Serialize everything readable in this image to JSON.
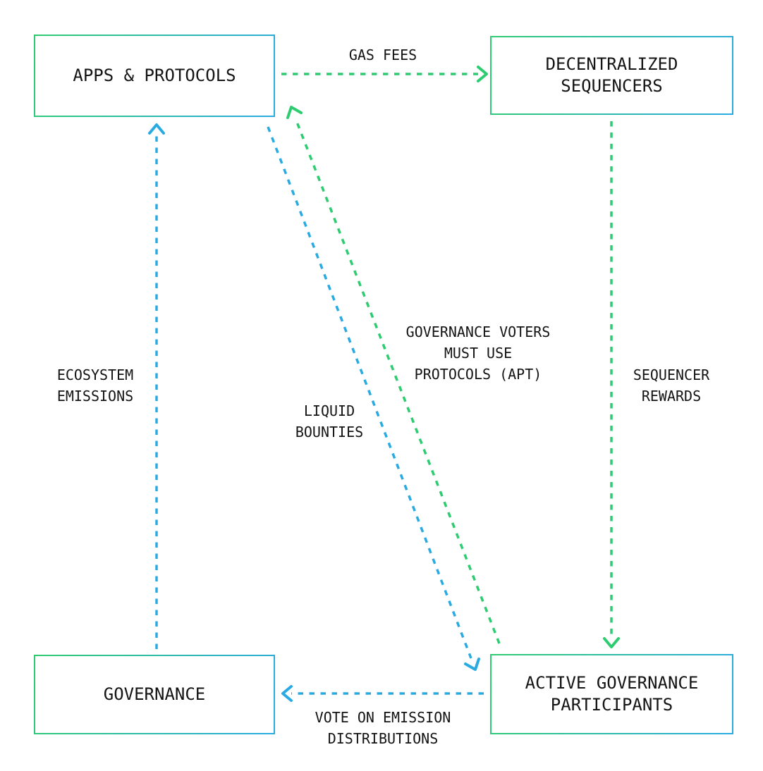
{
  "diagram": {
    "background": "#ffffff",
    "colors": {
      "green": "#2ecc71",
      "blue": "#29abe2",
      "text": "#141414",
      "box_border_gradient_start": "#2ecc71",
      "box_border_gradient_end": "#29abe2"
    }
  },
  "nodes": {
    "apps_protocols": {
      "label": "APPS & PROTOCOLS"
    },
    "decentralized_sequencers": {
      "label": "DECENTRALIZED\nSEQUENCERS"
    },
    "governance": {
      "label": "GOVERNANCE"
    },
    "active_governance_participants": {
      "label": "ACTIVE GOVERNANCE\nPARTICIPANTS"
    }
  },
  "edges": {
    "gas_fees": {
      "label": "GAS FEES",
      "from": "APPS & PROTOCOLS",
      "to": "DECENTRALIZED SEQUENCERS",
      "color": "#2ecc71",
      "style": "dashed"
    },
    "sequencer_rewards": {
      "label": "SEQUENCER\nREWARDS",
      "from": "DECENTRALIZED SEQUENCERS",
      "to": "ACTIVE GOVERNANCE PARTICIPANTS",
      "color": "#2ecc71",
      "style": "dashed"
    },
    "governance_voters_must_use_protocols": {
      "label": "GOVERNANCE VOTERS\nMUST USE\nPROTOCOLS (APT)",
      "from": "ACTIVE GOVERNANCE PARTICIPANTS",
      "to": "APPS & PROTOCOLS",
      "color": "#2ecc71",
      "style": "dashed"
    },
    "liquid_bounties": {
      "label": "LIQUID\nBOUNTIES",
      "from": "APPS & PROTOCOLS",
      "to": "ACTIVE GOVERNANCE PARTICIPANTS",
      "color": "#29abe2",
      "style": "dashed"
    },
    "vote_on_emission_distributions": {
      "label": "VOTE ON EMISSION\nDISTRIBUTIONS",
      "from": "ACTIVE GOVERNANCE PARTICIPANTS",
      "to": "GOVERNANCE",
      "color": "#29abe2",
      "style": "dashed"
    },
    "ecosystem_emissions": {
      "label": "ECOSYSTEM\nEMISSIONS",
      "from": "GOVERNANCE",
      "to": "APPS & PROTOCOLS",
      "color": "#29abe2",
      "style": "dashed"
    }
  }
}
